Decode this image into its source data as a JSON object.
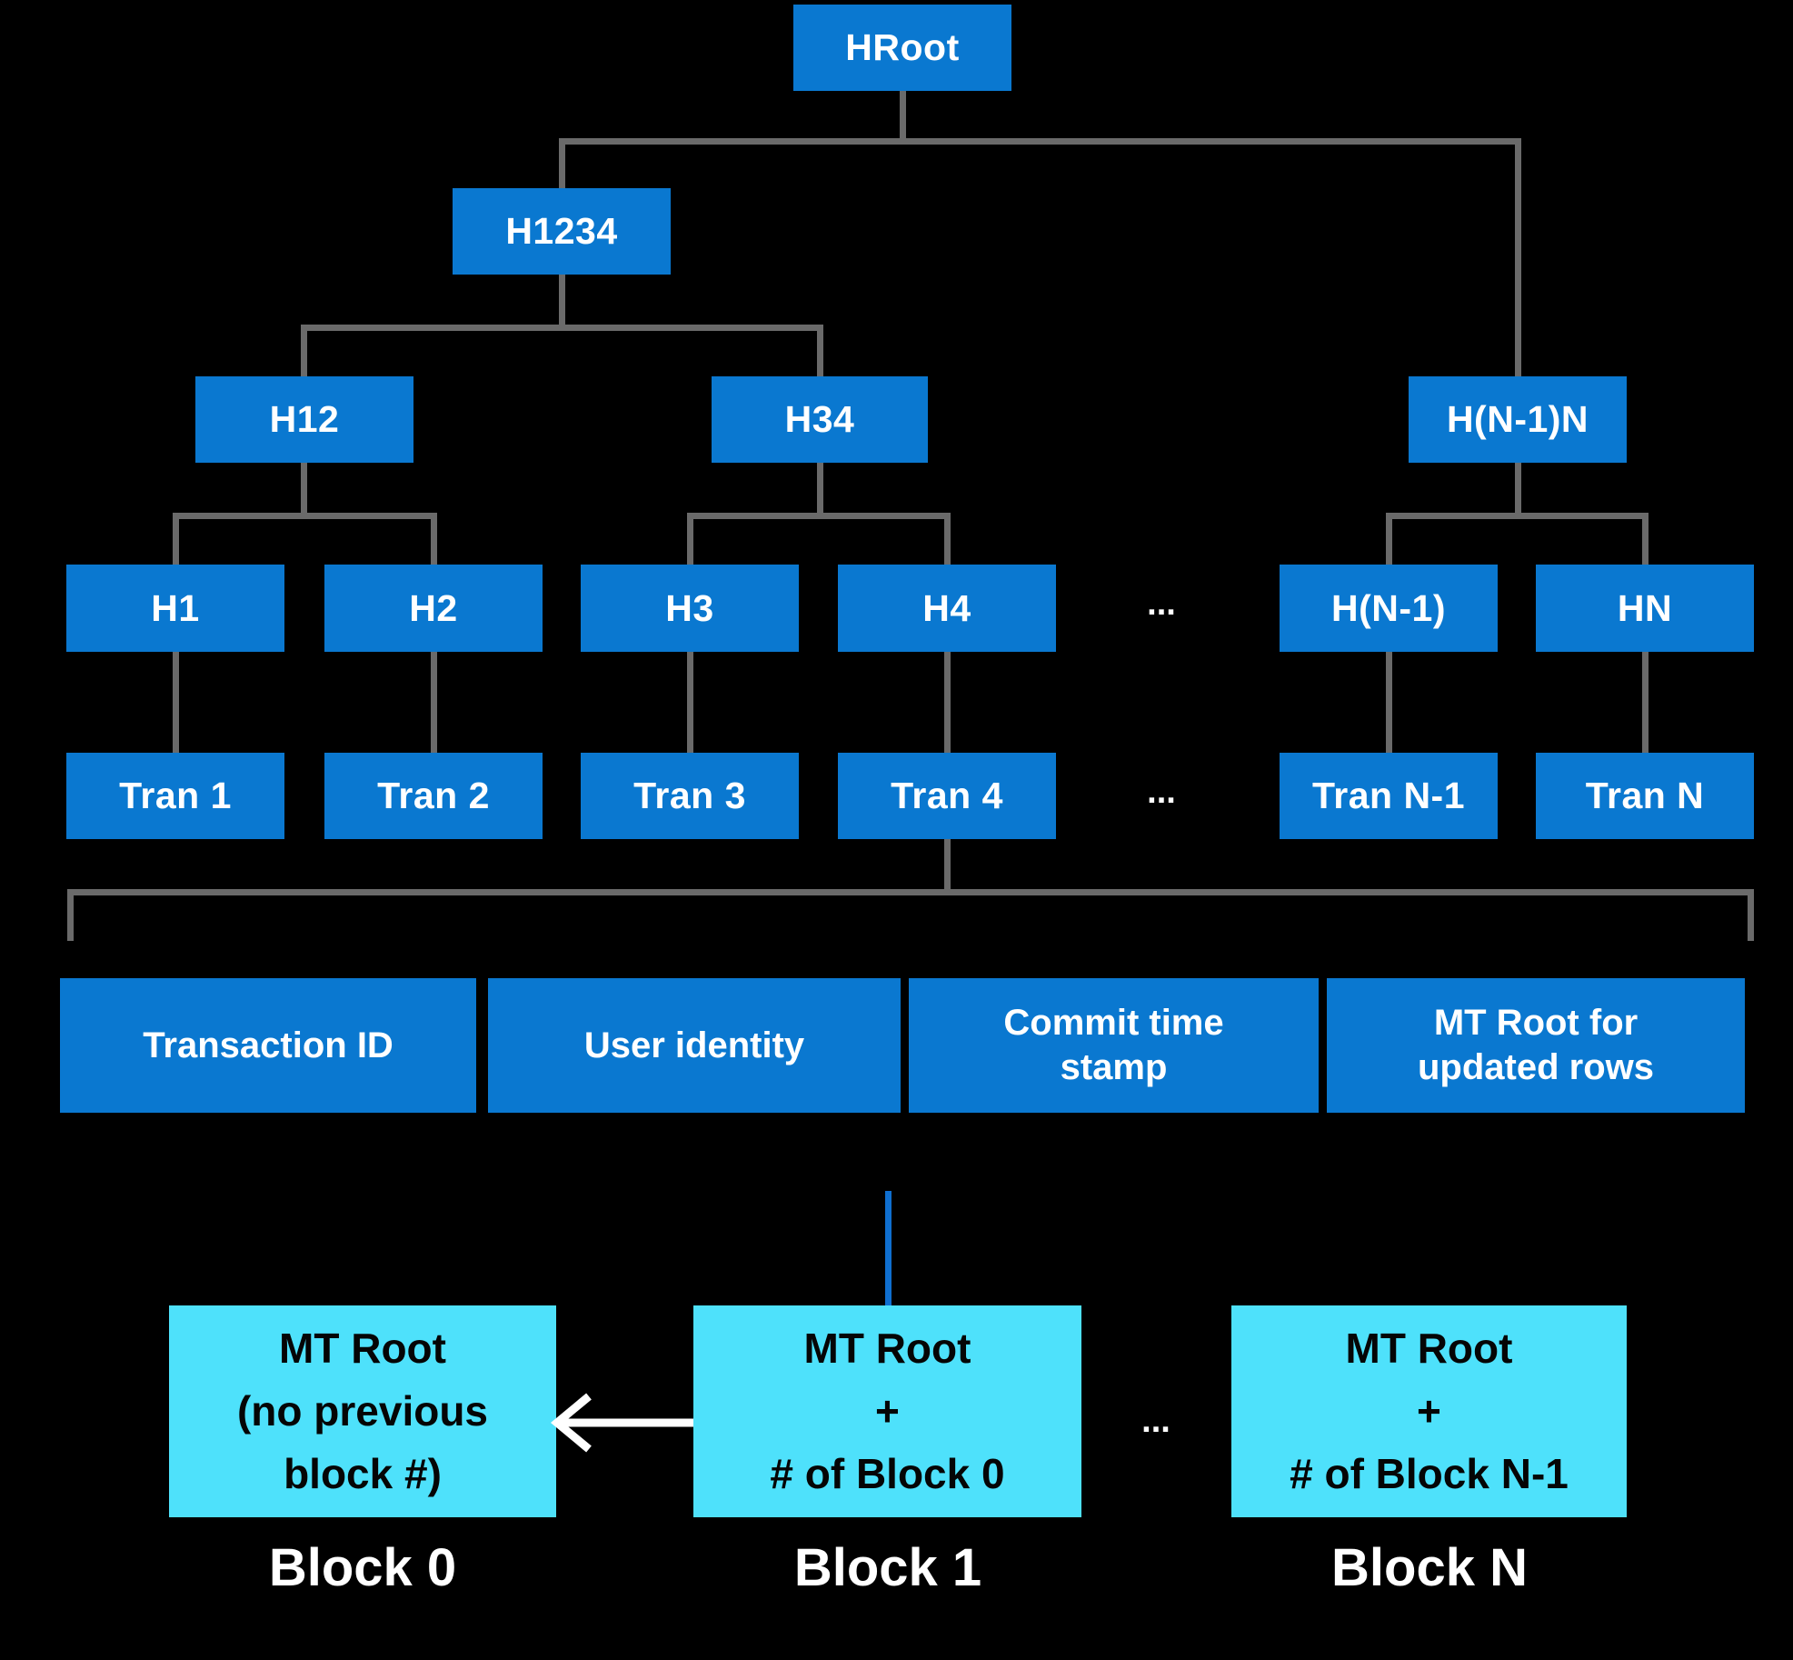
{
  "colors": {
    "bg": "#000000",
    "node_blue": "#0a78d0",
    "cyan": "#4ee1fb",
    "line_gray": "#6a6a6a",
    "link_blue": "#0f6fd0",
    "white": "#ffffff"
  },
  "tree": {
    "root": "HRoot",
    "level1": [
      "H1234"
    ],
    "level2": [
      "H12",
      "H34",
      "H(N-1)N"
    ],
    "level3": [
      "H1",
      "H2",
      "H3",
      "H4",
      "H(N-1)",
      "HN"
    ],
    "hash_ellipsis": "...",
    "transactions": [
      "Tran 1",
      "Tran 2",
      "Tran 3",
      "Tran 4",
      "Tran N-1",
      "Tran N"
    ],
    "tran_ellipsis": "..."
  },
  "fields": [
    "Transaction ID",
    "User identity",
    "Commit time\nstamp",
    "MT Root for\nupdated rows"
  ],
  "blocks": [
    {
      "content": "MT Root\n(no previous\nblock #)",
      "label": "Block 0"
    },
    {
      "content": "MT Root\n+\n# of Block 0",
      "label": "Block 1"
    },
    {
      "content": "MT Root\n+\n# of Block N-1",
      "label": "Block N"
    }
  ],
  "blocks_ellipsis": "..."
}
